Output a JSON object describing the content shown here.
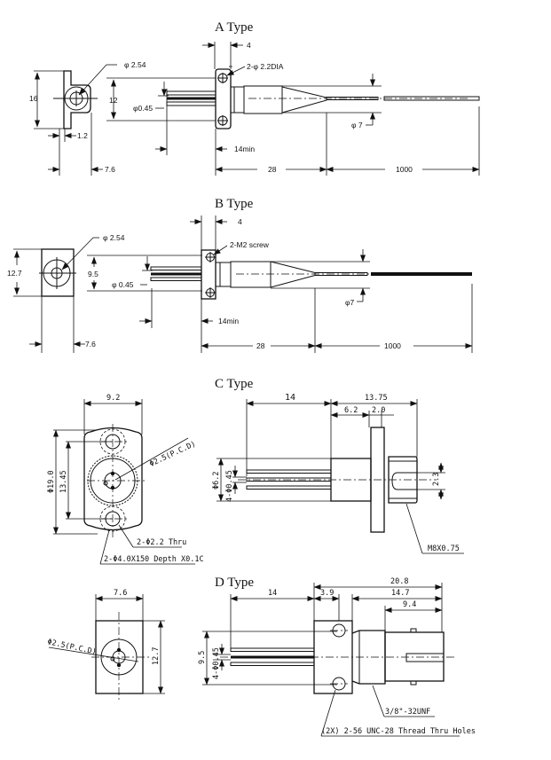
{
  "a_type": {
    "title": "A Type",
    "dim_4": "4",
    "hole_callout": "2-φ 2.2DIA",
    "dim_phi_2_54": "φ 2.54",
    "dim_16": "16",
    "dim_12": "12",
    "dim_phi_0_45": "φ0.45",
    "dim_1_2": "1.2",
    "dim_7_6": "7.6",
    "dim_14min": "14min",
    "dim_28": "28",
    "dim_1000": "1000",
    "dim_phi_7": "φ 7"
  },
  "b_type": {
    "title": "B Type",
    "dim_4": "4",
    "screw_callout": "2-M2 screw",
    "dim_phi_2_54": "φ 2.54",
    "dim_12_7": "12.7",
    "dim_9_5": "9.5",
    "dim_phi_0_45": "φ 0.45",
    "dim_7_6": "7.6",
    "dim_14min": "14min",
    "dim_28": "28",
    "dim_1000": "1000",
    "dim_phi_7": "φ7"
  },
  "c_type": {
    "title": "C Type",
    "dim_9_2": "9.2",
    "dim_phi_19_0": "Φ19.0",
    "dim_13_45": "13.45",
    "pcd_callout": "Φ2.5(P.C.D)",
    "thru_callout": "2-Φ2.2 Thru",
    "depth_callout": "2-Φ4.0X150 Depth X0.1C",
    "dim_14": "14",
    "dim_13_75": "13.75",
    "dim_6_2_top": "6.2",
    "dim_2_0": "2.0",
    "dim_phi_6_2": "Φ6.2",
    "dim_pins": "4-Φ0.45",
    "dim_2_3": "2.3",
    "thread_callout": "M8X0.75"
  },
  "d_type": {
    "title": "D Type",
    "dim_7_6": "7.6",
    "dim_12_7": "12.7",
    "pcd_callout": "Φ2.5(P.C.D)",
    "dim_14": "14",
    "dim_3_9": "3.9",
    "dim_20_8": "20.8",
    "dim_14_7": "14.7",
    "dim_9_4": "9.4",
    "dim_9_5": "9.5",
    "dim_pins": "4-Φ0.45",
    "thread_callout": "3/8\"-32UNF",
    "holes_callout": "(2X) 2-56 UNC-28 Thread Thru Holes"
  }
}
